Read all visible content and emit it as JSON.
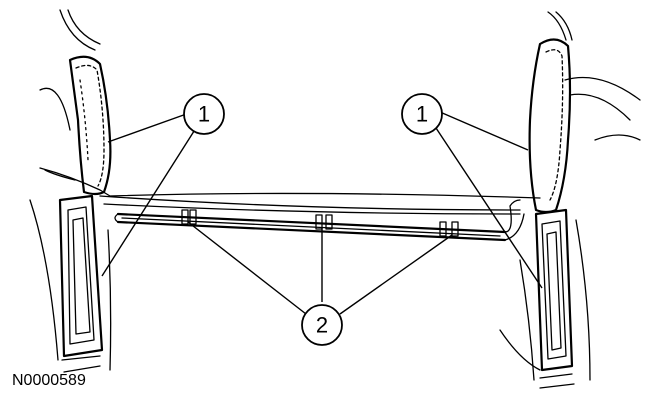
{
  "figure_id": "N0000589",
  "callouts": [
    {
      "number": "1",
      "description": ""
    },
    {
      "number": "1",
      "description": ""
    },
    {
      "number": "2",
      "description": ""
    }
  ]
}
